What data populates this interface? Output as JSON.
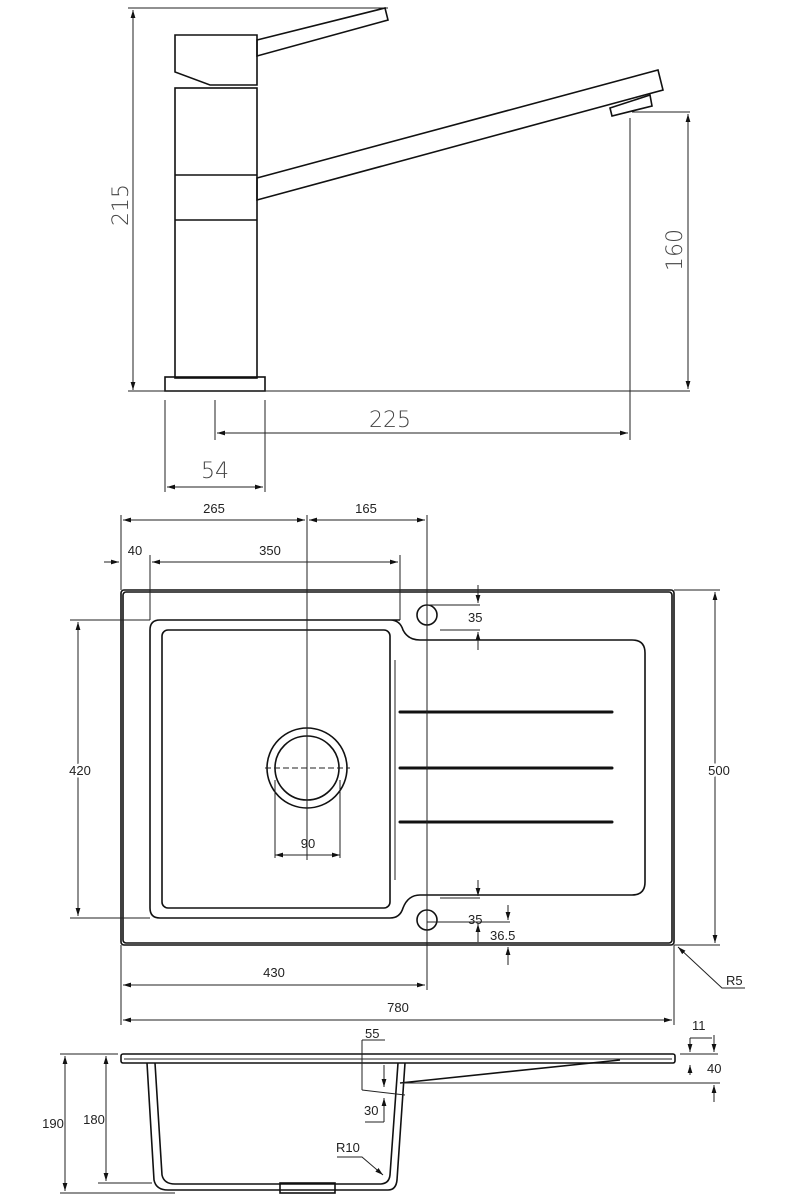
{
  "faucet": {
    "height_total": "215",
    "spout_height": "160",
    "reach": "225",
    "base_diameter": "54"
  },
  "sink_top": {
    "bowl_center_offset": "265",
    "tap_offset": "165",
    "bowl_edge_offset": "40",
    "bowl_width": "350",
    "tap_hole_top": "35",
    "bowl_length": "420",
    "overall_depth": "500",
    "drain_diameter": "90",
    "tap_hole_bottom": "35",
    "tap_hole_bottom_edge": "36.5",
    "tap_center_from_left": "430",
    "overall_width": "780",
    "corner_radius": "R5"
  },
  "sink_side": {
    "overflow_offset": "55",
    "rim_thickness": "11",
    "drainer_depth": "40",
    "overall_height": "190",
    "bowl_depth": "180",
    "overflow_height": "30",
    "inner_radius": "R10"
  }
}
